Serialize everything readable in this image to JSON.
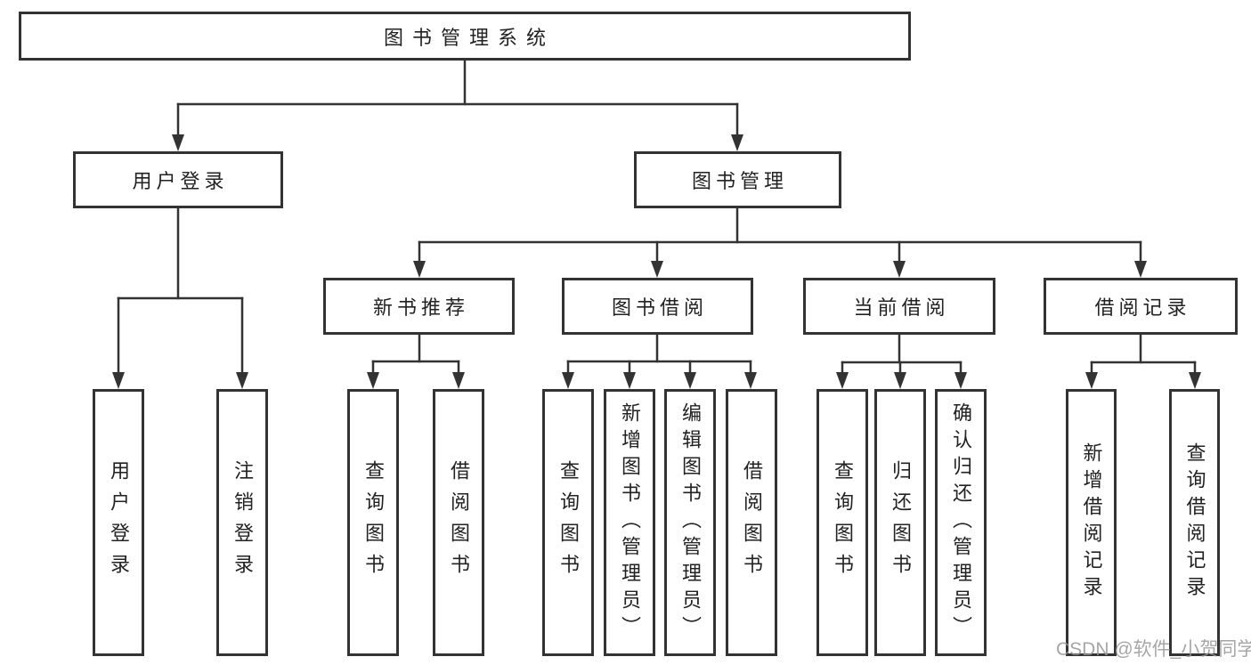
{
  "title": "图书管理系统",
  "watermark": "CSDN @软件_小贺同学",
  "colors": {
    "line": "#333333",
    "box_border": "#333333",
    "text": "#222222",
    "watermark": "#969696",
    "background": "#ffffff"
  },
  "nodes": {
    "user_login": {
      "label": "用户登录",
      "children": [
        {
          "label": "用户登录"
        },
        {
          "label": "注销登录"
        }
      ]
    },
    "book_management": {
      "label": "图书管理",
      "sections": [
        {
          "label": "新书推荐",
          "children": [
            {
              "label": "查询图书"
            },
            {
              "label": "借阅图书"
            }
          ]
        },
        {
          "label": "图书借阅",
          "children": [
            {
              "label": "查询图书"
            },
            {
              "label": "新增图书（管理员）"
            },
            {
              "label": "编辑图书（管理员）"
            },
            {
              "label": "借阅图书"
            }
          ]
        },
        {
          "label": "当前借阅",
          "children": [
            {
              "label": "查询图书"
            },
            {
              "label": "归还图书"
            },
            {
              "label": "确认归还（管理员）"
            }
          ]
        },
        {
          "label": "借阅记录",
          "children": [
            {
              "label": "新增借阅记录"
            },
            {
              "label": "查询借阅记录"
            }
          ]
        }
      ]
    }
  }
}
